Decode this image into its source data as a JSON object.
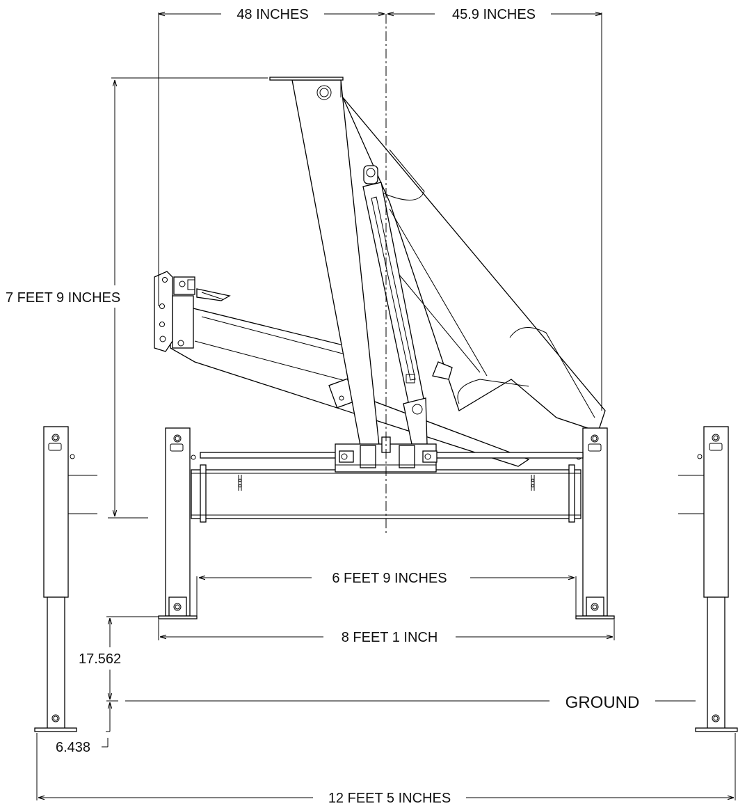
{
  "dimensions": {
    "top_left_width": "48 INCHES",
    "top_right_width": "45.9 INCHES",
    "boom_height": "7 FEET 9 INCHES",
    "inner_span": "6 FEET 9 INCHES",
    "outer_span": "8 FEET 1 INCH",
    "ground_clearance": "17.562",
    "foot_below_ground": "6.438",
    "full_span": "12 FEET 5 INCHES"
  },
  "labels": {
    "ground": "GROUND"
  }
}
